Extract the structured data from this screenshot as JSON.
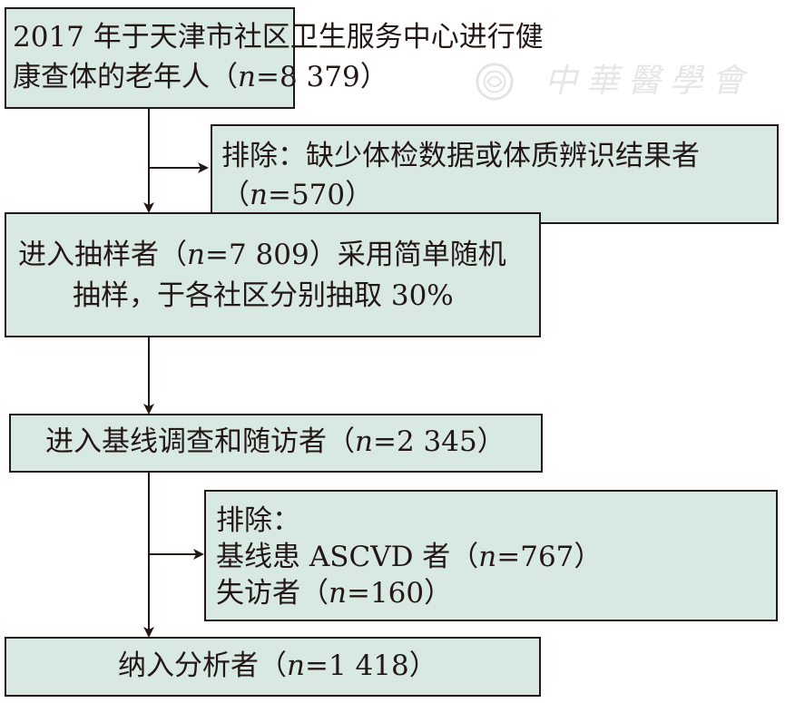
{
  "watermark": {
    "text": "中華醫學會"
  },
  "nodes": {
    "n1": {
      "line1": "2017 年于天津市社区卫生服务中心进行健",
      "line2_pre": "康查体的老年人（",
      "n": "n",
      "line2_post": "=8 379）"
    },
    "ex1": {
      "line1": "排除：缺少体检数据或体质辨识结果者",
      "line2_pre": "（",
      "n": "n",
      "line2_post": "=570）"
    },
    "n2": {
      "line1_pre": "进入抽样者（",
      "n": "n",
      "line1_post": "=7 809）采用简单随机",
      "line2": "抽样，于各社区分别抽取 30%"
    },
    "n3": {
      "pre": "进入基线调查和随访者（",
      "n": "n",
      "post": "=2 345）"
    },
    "ex2": {
      "line1": "排除：",
      "line2_pre": "基线患 ASCVD 者（",
      "n": "n",
      "line2_post": "=767）",
      "line3_pre": "失访者（",
      "n2": "n",
      "line3_post": "=160）"
    },
    "n4": {
      "pre": "纳入分析者（",
      "n": "n",
      "post": "=1 418）"
    }
  }
}
